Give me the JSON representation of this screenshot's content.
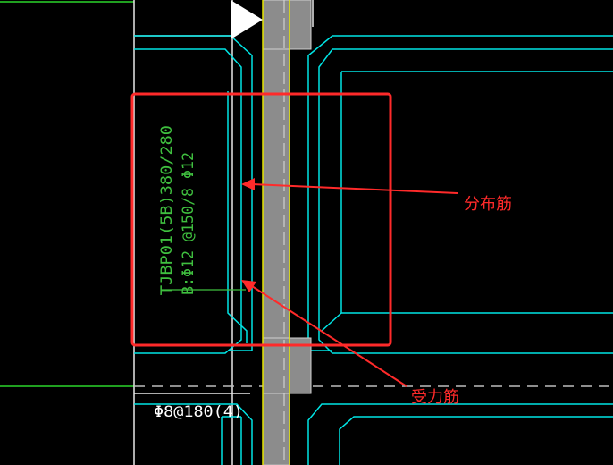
{
  "drawing": {
    "beam_label": {
      "line1": "TJBP01(5B)380/280",
      "line2": "B:Φ12 @150/8 Φ12",
      "color": "#3fbf3f"
    },
    "stirrup_text": "Φ8@180(4)",
    "colors": {
      "background": "#000000",
      "outline": "#00e5e5",
      "beam_fill": "#8c8c8c",
      "axis": "#e6e600",
      "highlight": "#ff2a2a",
      "grid_green": "#2bd62b",
      "text_white": "#ffffff"
    }
  },
  "annotations": {
    "distribution_rebar": "分布筋",
    "stressed_rebar": "受力筋"
  },
  "icons": {
    "direction_marker": "triangle-marker-icon"
  }
}
